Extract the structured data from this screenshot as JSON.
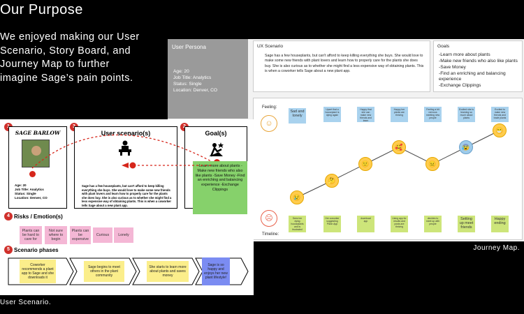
{
  "page": {
    "title": "Our Purpose",
    "intro": "We enjoyed making our User Scenario, Story Board, and Journey Map to further imagine Sage’s pain points.",
    "journey_caption": "Journey Map.",
    "scenario_caption": "User Scenario."
  },
  "journey_map": {
    "persona": {
      "header": "User Persona",
      "lines": [
        "Age: 20",
        "Job Title: Analytics",
        "Status: Single",
        "Location: Denver, CO"
      ]
    },
    "ux_scenario": {
      "header": "UX Scenario",
      "body": "Sage has a few houseplants, but can't afford to keep killing everything she buys. She would love to make some new friends with plant lovers and learn how to properly care for the plants she does buy. She is also curious as to whether she might find a less expensive way of obtaining plants. This is when a coworker tells Sage about a new plant app."
    },
    "goals": {
      "header": "Goals",
      "items": [
        "-Learn more about plants",
        "-Make new friends who also like plants",
        "-Save Money",
        "-Find an enriching and balancing experience",
        "-Exchange Clippings"
      ]
    },
    "feeling_label": "Feeling:",
    "timeline_label": "Timeline:",
    "feeling_notes": [
      "Sad and lonely",
      "Upset that a houseplant is dying again",
      "Happy that she can make new friends and learn",
      "Happy her plants are thriving",
      "Feeling a bit nervous meeting new people",
      "Excited she is learning so much about plants",
      "Excited to make new friends and trade plants"
    ],
    "timeline_notes": [
      "Sees her dying houseplants and is frustrated",
      "Her coworker suggesting Plann App",
      "download app",
      "Using app for results and posts are thriving",
      "decides to meet up with people",
      "Setting up meet friends",
      "Happy ending"
    ],
    "emotion_levels": [
      1,
      2,
      3,
      4,
      3,
      4,
      5
    ],
    "emotion_faces": [
      "😢",
      "🤔",
      "🙂",
      "🥰",
      "😐",
      "😰",
      "😁"
    ]
  },
  "user_scenario": {
    "numbers": [
      "1",
      "3",
      "2",
      "4",
      "5"
    ],
    "persona_name": "SAGE BARLOW",
    "persona_details": [
      "Age: 20",
      "Job Title: Analytics",
      "Status: Single",
      "Location: Denver, CO"
    ],
    "scenario_title": "User scenario(s)",
    "scenario_text": "Sage has a few houseplants, but can't afford to keep killing everything she buys. She would love to make some new friends with plant lovers and learn how to properly care for the plants she does buy. She is also curious as to whether she might find a less expensive way of obtaining plants. This is when a coworker tells Sage about a new plant app.",
    "goal_title": "Goal(s)",
    "goal_note": "-Learn more about plants -Make new friends who also like plants -Save Money -Find an enriching and balancing experience -Exchange Clippings",
    "risks_title": "Risks / Emotion(s)",
    "risks": [
      "Plants can be hard to care for",
      "Not sure where to begin",
      "Plants can be expensive",
      "Curious",
      "Lonely"
    ],
    "phases_title": "Scenario phases",
    "phases": [
      "Coworker recommends a plant app to Sage and she downloads it",
      "Sage begins to meet others in the plant community",
      "She starts to learn more about plants and saves money",
      "Sage is so happy and enjoys her new plant lifestyle!"
    ]
  },
  "colors": {
    "accent_red": "#d0302b",
    "feeling_note": "#a9d2ee",
    "timeline_note": "#cde57a",
    "goal_note": "#86d16b",
    "risk_note": "#f4b7d5",
    "phase_note": "#fbee8b",
    "final_phase_note": "#7b8cf2"
  }
}
